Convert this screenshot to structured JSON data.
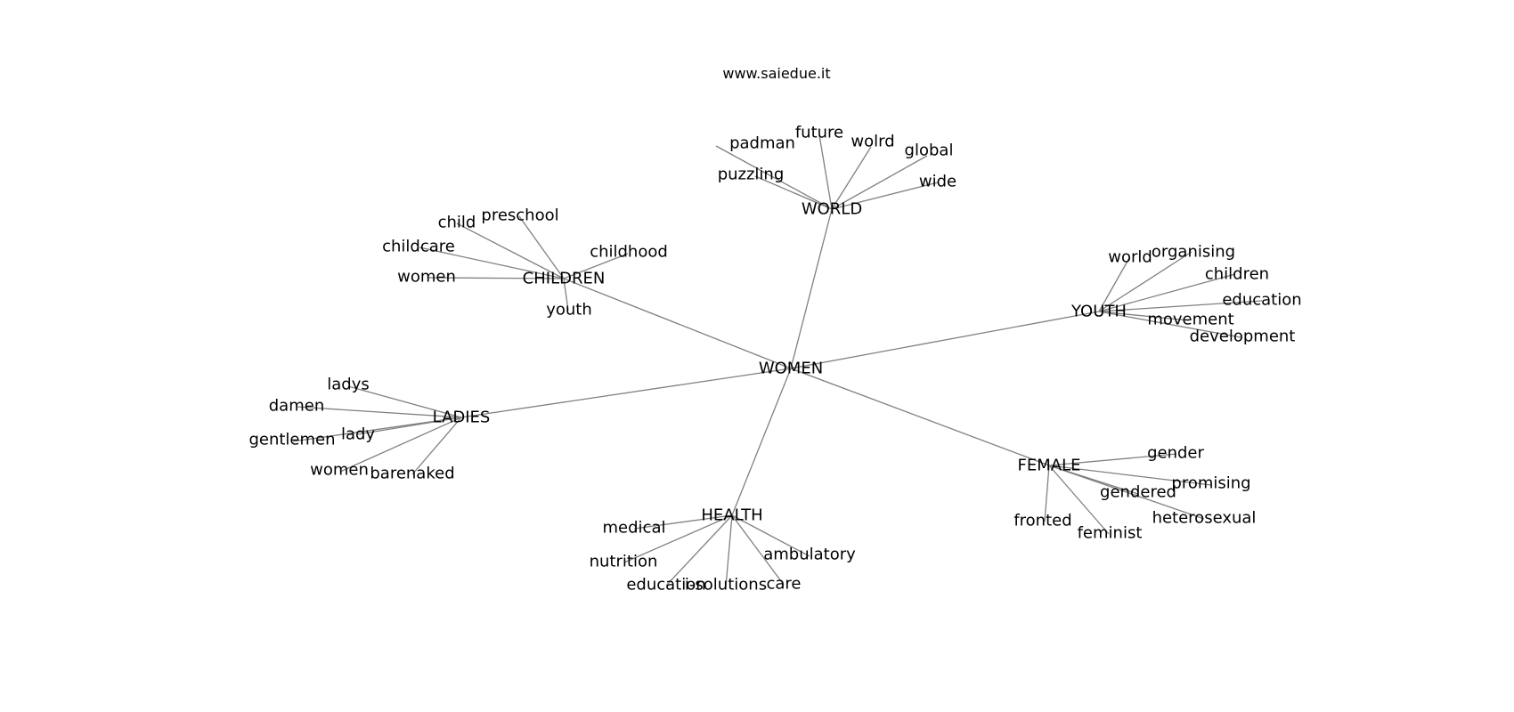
{
  "site": "www.saiedue.it",
  "colors": {
    "edge": "#808080",
    "text": "#000000",
    "background": "#ffffff"
  },
  "graph": {
    "root": "WOMEN",
    "hubs": [
      {
        "label": "WORLD",
        "children": [
          "padman",
          "future",
          "wolrd",
          "global",
          "puzzling",
          "wide"
        ]
      },
      {
        "label": "CHILDREN",
        "children": [
          "child",
          "preschool",
          "childcare",
          "childhood",
          "women",
          "youth"
        ]
      },
      {
        "label": "YOUTH",
        "children": [
          "world",
          "organising",
          "children",
          "education",
          "movement",
          "development"
        ]
      },
      {
        "label": "LADIES",
        "children": [
          "ladys",
          "damen",
          "lady",
          "gentlemen",
          "women",
          "barenaked"
        ]
      },
      {
        "label": "FEMALE",
        "children": [
          "gender",
          "promising",
          "gendered",
          "heterosexual",
          "fronted",
          "feminist"
        ]
      },
      {
        "label": "HEALTH",
        "children": [
          "medical",
          "ambulatory",
          "nutrition",
          "education",
          "i-solutions",
          "care"
        ]
      }
    ]
  }
}
